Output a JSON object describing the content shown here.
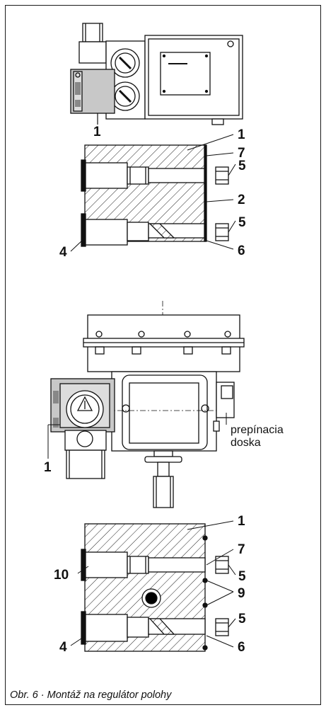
{
  "callouts": {
    "top_housing": "1",
    "s1_part1": "1",
    "s1_part7": "7",
    "s1_part5a": "5",
    "s1_part2": "2",
    "s1_part5b": "5",
    "s1_part4": "4",
    "s1_part6": "6",
    "mid_part1": "1",
    "s2_part1": "1",
    "s2_part7": "7",
    "s2_part10": "10",
    "s2_part5a": "5",
    "s2_part9": "9",
    "s2_part5b": "5",
    "s2_part4": "4",
    "s2_part6": "6"
  },
  "labels": {
    "switch_plate_line1": "prepínacia",
    "switch_plate_line2": "doska"
  },
  "caption": "Obr. 6 · Montáž na regulátor polohy"
}
